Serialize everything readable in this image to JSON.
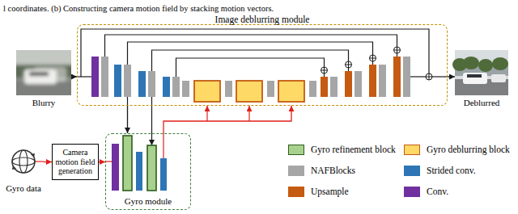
{
  "diagram": {
    "nodes": [
      {
        "text": [
          "Image deblurring module"
        ]
      },
      {
        "text": [
          "Blurry"
        ]
      },
      {
        "text": [
          "Deblurred"
        ]
      },
      {
        "text": [
          "Gyro data"
        ]
      },
      {
        "text": [
          "Camera motion field generation"
        ]
      },
      {
        "text": [
          "Gyro module"
        ]
      }
    ],
    "edges": [
      {
        "from": 1,
        "to": 0,
        "arrow": "to"
      },
      {
        "from": 0,
        "to": 2,
        "arrow": "to"
      },
      {
        "from": 3,
        "to": 4,
        "arrow": "to"
      },
      {
        "from": 4,
        "to": 5,
        "arrow": "to"
      },
      {
        "from": 0,
        "to": 5,
        "arrow": "to"
      },
      {
        "from": 5,
        "to": 0,
        "arrow": "to"
      }
    ],
    "labels": [
      "l coordinates. (b) Constructing camera motion field by stacking motion vectors."
    ],
    "legend": [
      {
        "text": "Gyro refinement block",
        "color": "#a9d18e"
      },
      {
        "text": "Gyro deblurring block",
        "color": "#ffd966"
      },
      {
        "text": "NAFBlocks",
        "color": "#a6a6a6"
      },
      {
        "text": "Strided conv.",
        "color": "#2e75b6"
      },
      {
        "text": "Upsample",
        "color": "#c55a11"
      },
      {
        "text": "Conv.",
        "color": "#7030a0"
      }
    ]
  }
}
